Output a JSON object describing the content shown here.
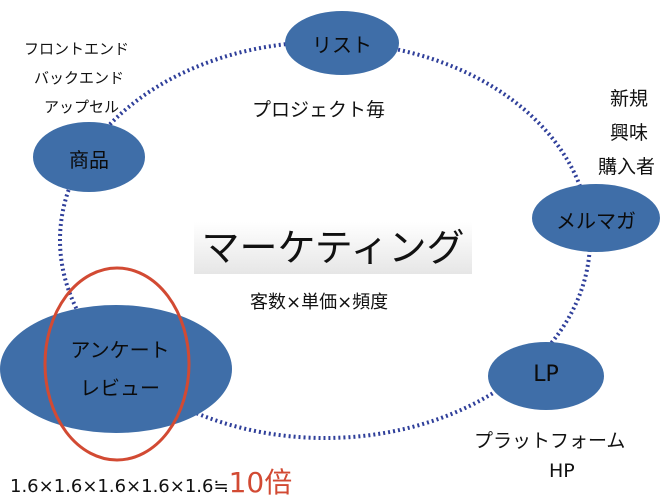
{
  "colors": {
    "node_fill": "#3f6ea8",
    "dotted_circle": "#2f3f9a",
    "highlight_ring": "#d24a33",
    "accent_text": "#d24a33"
  },
  "nodes": {
    "list": "リスト",
    "mailmag": "メルマガ",
    "lp": "LP",
    "survey_line1": "アンケート",
    "survey_line2": "レビュー",
    "product": "商品"
  },
  "labels": {
    "per_project": "プロジェクト毎",
    "product_tiers": [
      "フロントエンド",
      "バックエンド",
      "アップセル"
    ],
    "customer_types": [
      "新規",
      "興味",
      "購入者"
    ],
    "platform_line1": "プラットフォーム",
    "platform_line2": "HP"
  },
  "center": {
    "title": "マーケティング",
    "formula": "客数×単価×頻度"
  },
  "multiplier": {
    "expression": "1.6×1.6×1.6×1.6×1.6≒",
    "result": "10倍"
  }
}
